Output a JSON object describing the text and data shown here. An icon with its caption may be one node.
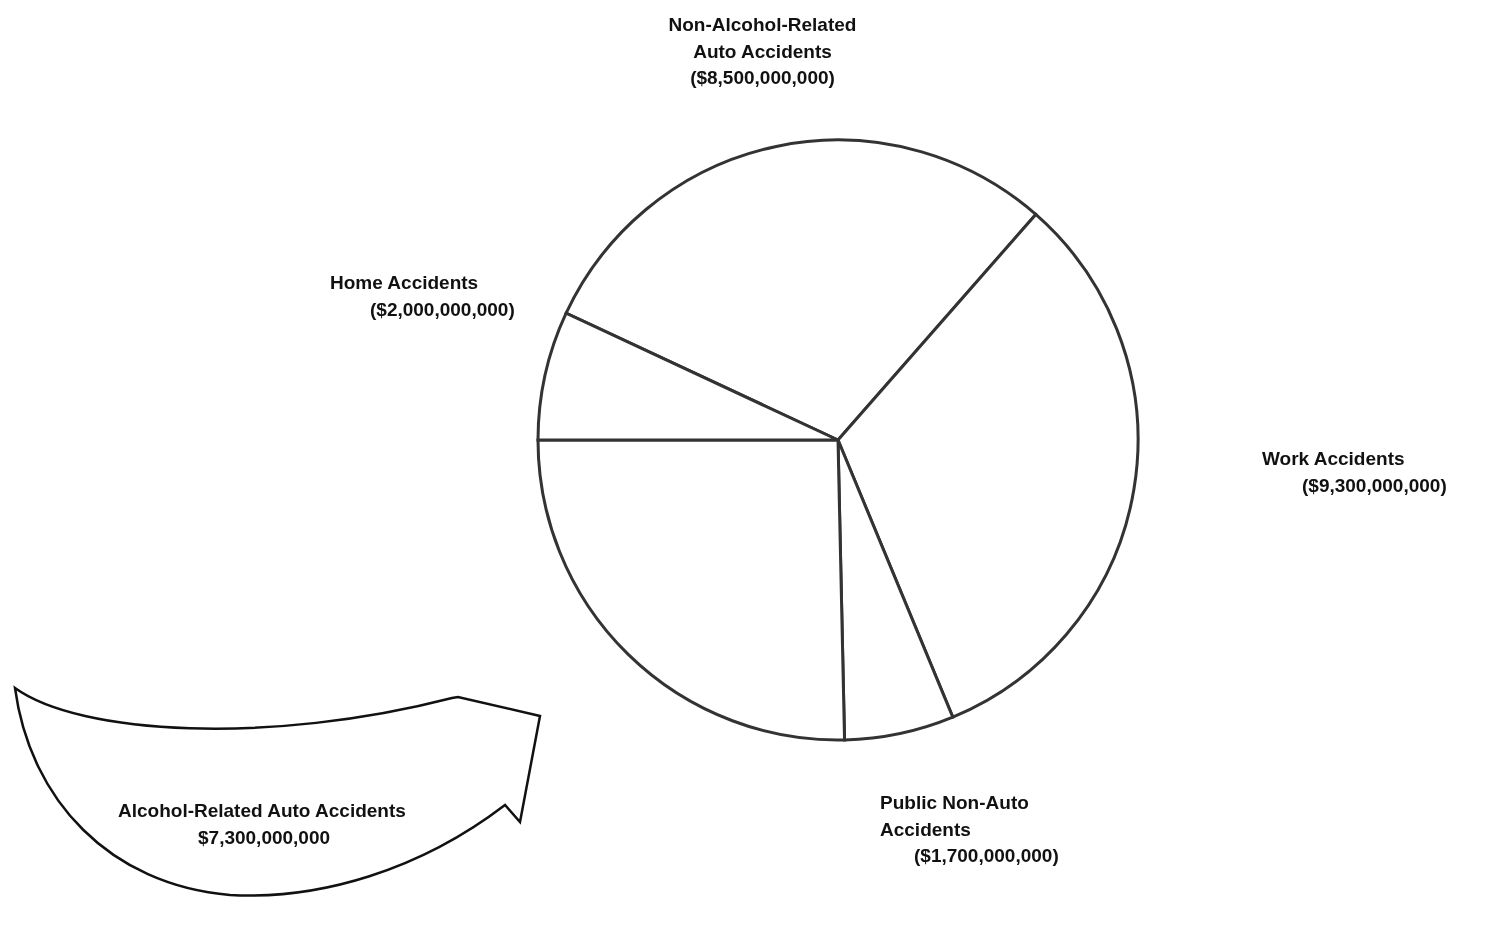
{
  "diagram": {
    "chart_data": {
      "type": "pie",
      "categories": [
        "Non-Alcohol-Related Auto Accidents",
        "Work Accidents",
        "Public Non-Auto Accidents",
        "Alcohol-Related Auto Accidents",
        "Home Accidents"
      ],
      "values": [
        8500000000,
        9300000000,
        1700000000,
        7300000000,
        2000000000
      ],
      "value_labels": [
        "($8,500,000,000)",
        "($9,300,000,000)",
        "($1,700,000,000)",
        "$7,300,000,000",
        "($2,000,000,000)"
      ]
    }
  }
}
